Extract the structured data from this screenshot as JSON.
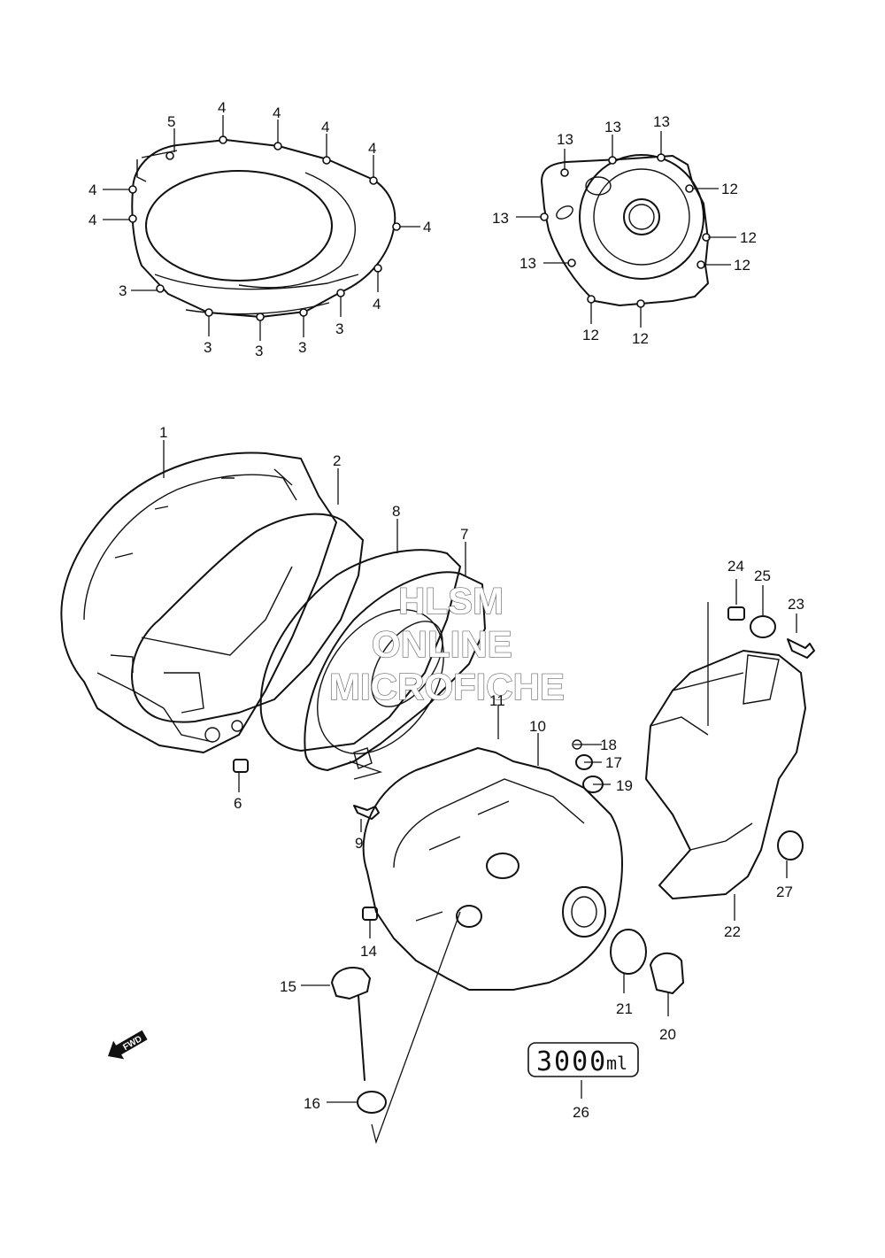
{
  "watermark": {
    "line1": "HLSM",
    "line2": "ONLINE",
    "line3": "MICROFICHE"
  },
  "direction_marker": {
    "text": "FWD",
    "icon": "fwd-arrow-icon"
  },
  "oil_capacity_stamp": {
    "value": "3000",
    "unit": "ml"
  },
  "part_labels": {
    "p1": "1",
    "p2": "2",
    "p3": "3",
    "p4": "4",
    "p5": "5",
    "p6": "6",
    "p7": "7",
    "p8": "8",
    "p9": "9",
    "p10": "10",
    "p11": "11",
    "p12": "12",
    "p13": "13",
    "p14": "14",
    "p15": "15",
    "p16": "16",
    "p17": "17",
    "p18": "18",
    "p19": "19",
    "p20": "20",
    "p21": "21",
    "p22": "22",
    "p23": "23",
    "p24": "24",
    "p25": "25",
    "p26": "26",
    "p27": "27"
  },
  "colors": {
    "line": "#111111",
    "background": "#ffffff",
    "watermark_outline": "#666666"
  }
}
